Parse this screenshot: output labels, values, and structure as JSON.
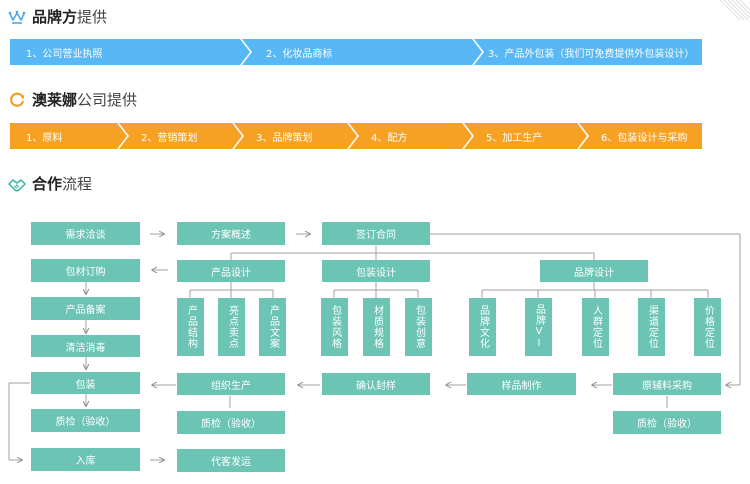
{
  "sections": {
    "brand": {
      "bold": "品牌方",
      "light": "提供"
    },
    "company": {
      "bold": "澳莱娜",
      "light": "公司提供"
    },
    "process": {
      "bold": "合作",
      "light": "流程"
    }
  },
  "brand_steps": [
    "1、公司营业执照",
    "2、化妆品商标",
    "3、产品外包装（我们可免费提供外包装设计）"
  ],
  "company_steps": [
    "1、原料",
    "2、营销策划",
    "3、品牌策划",
    "4、配方",
    "5、加工生产",
    "6、包装设计与采购"
  ],
  "colors": {
    "blue": "#58b7f5",
    "orange": "#f7a124",
    "teal": "#6bc4b4",
    "line": "#9a9a9a"
  },
  "flow": {
    "xuqiu": "需求洽谈",
    "fangan": "方案概述",
    "qianding": "签订合同",
    "baocai": "包材订购",
    "chanpinsheji": "产品设计",
    "baozhuangsheji": "包装设计",
    "pinpaisheji": "品牌设计",
    "beian": "产品备案",
    "jiegou": "产品结构",
    "maidian": "亮点卖点",
    "wenan": "产品文案",
    "fengge": "包装风格",
    "guige": "材质规格",
    "chuangyi": "包装创意",
    "wenhua": "品牌文化",
    "vi": "品牌VI",
    "renqun": "人群定位",
    "qudao": "渠道定位",
    "jiage": "价格定位",
    "xiaodu": "清洁消毒",
    "baozhuang": "包装",
    "zuzhi": "组织生产",
    "fengyang": "确认封样",
    "yangpin": "样品制作",
    "yuanfuliao": "原辅料采购",
    "zhijian1": "质检（验收）",
    "zhijian2": "质检（验收）",
    "zhijian3": "质检（验收）",
    "ruku": "入库",
    "daike": "代客发运"
  }
}
